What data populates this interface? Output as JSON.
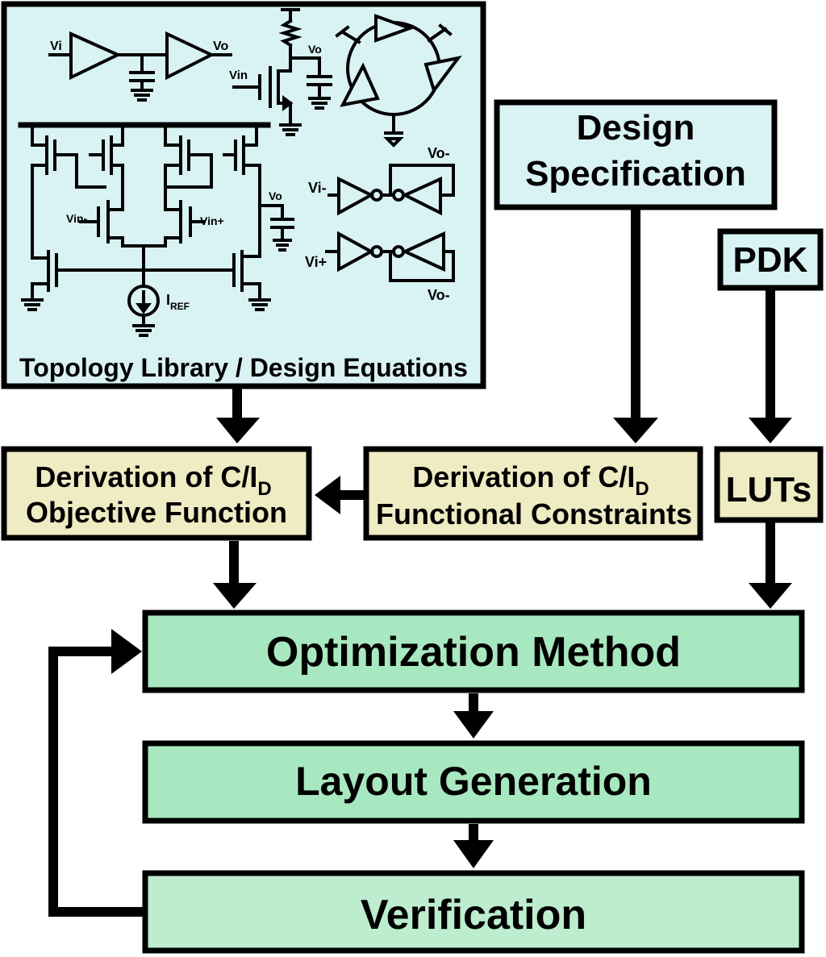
{
  "colors": {
    "library_fill": "#d9f2f4",
    "spec_fill": "#d9f2f4",
    "pdk_fill": "#d9f2f4",
    "derivation_fill": "#efebc2",
    "flow_fill": "#a8e8c0",
    "verification_fill": "#bdeccf",
    "stroke": "#000000"
  },
  "topology_library": {
    "label": "Topology Library / Design Equations",
    "circuit_labels": {
      "buffer_in": "Vi",
      "buffer_out": "Vo",
      "cs_in": "Vin",
      "cs_out": "Vo",
      "ota_in_minus": "Vin-",
      "ota_in_plus": "Vin+",
      "ota_out": "Vo",
      "iref": "I",
      "iref_sub": "REF",
      "latch_top_in": "Vi-",
      "latch_top_out": "Vo-",
      "latch_bot_in": "Vi+",
      "latch_bot_out": "Vo-"
    }
  },
  "design_specification": {
    "line1": "Design",
    "line2": "Specification"
  },
  "pdk": {
    "label": "PDK"
  },
  "luts": {
    "label": "LUTs"
  },
  "derivation_objective": {
    "line1_prefix": "Derivation of C/I",
    "line1_sub": "D",
    "line2": "Objective Function"
  },
  "derivation_constraints": {
    "line1_prefix": "Derivation of C/I",
    "line1_sub": "D",
    "line2": "Functional Constraints"
  },
  "optimization": {
    "label": "Optimization Method"
  },
  "layout": {
    "label": "Layout Generation"
  },
  "verification": {
    "label": "Verification"
  }
}
